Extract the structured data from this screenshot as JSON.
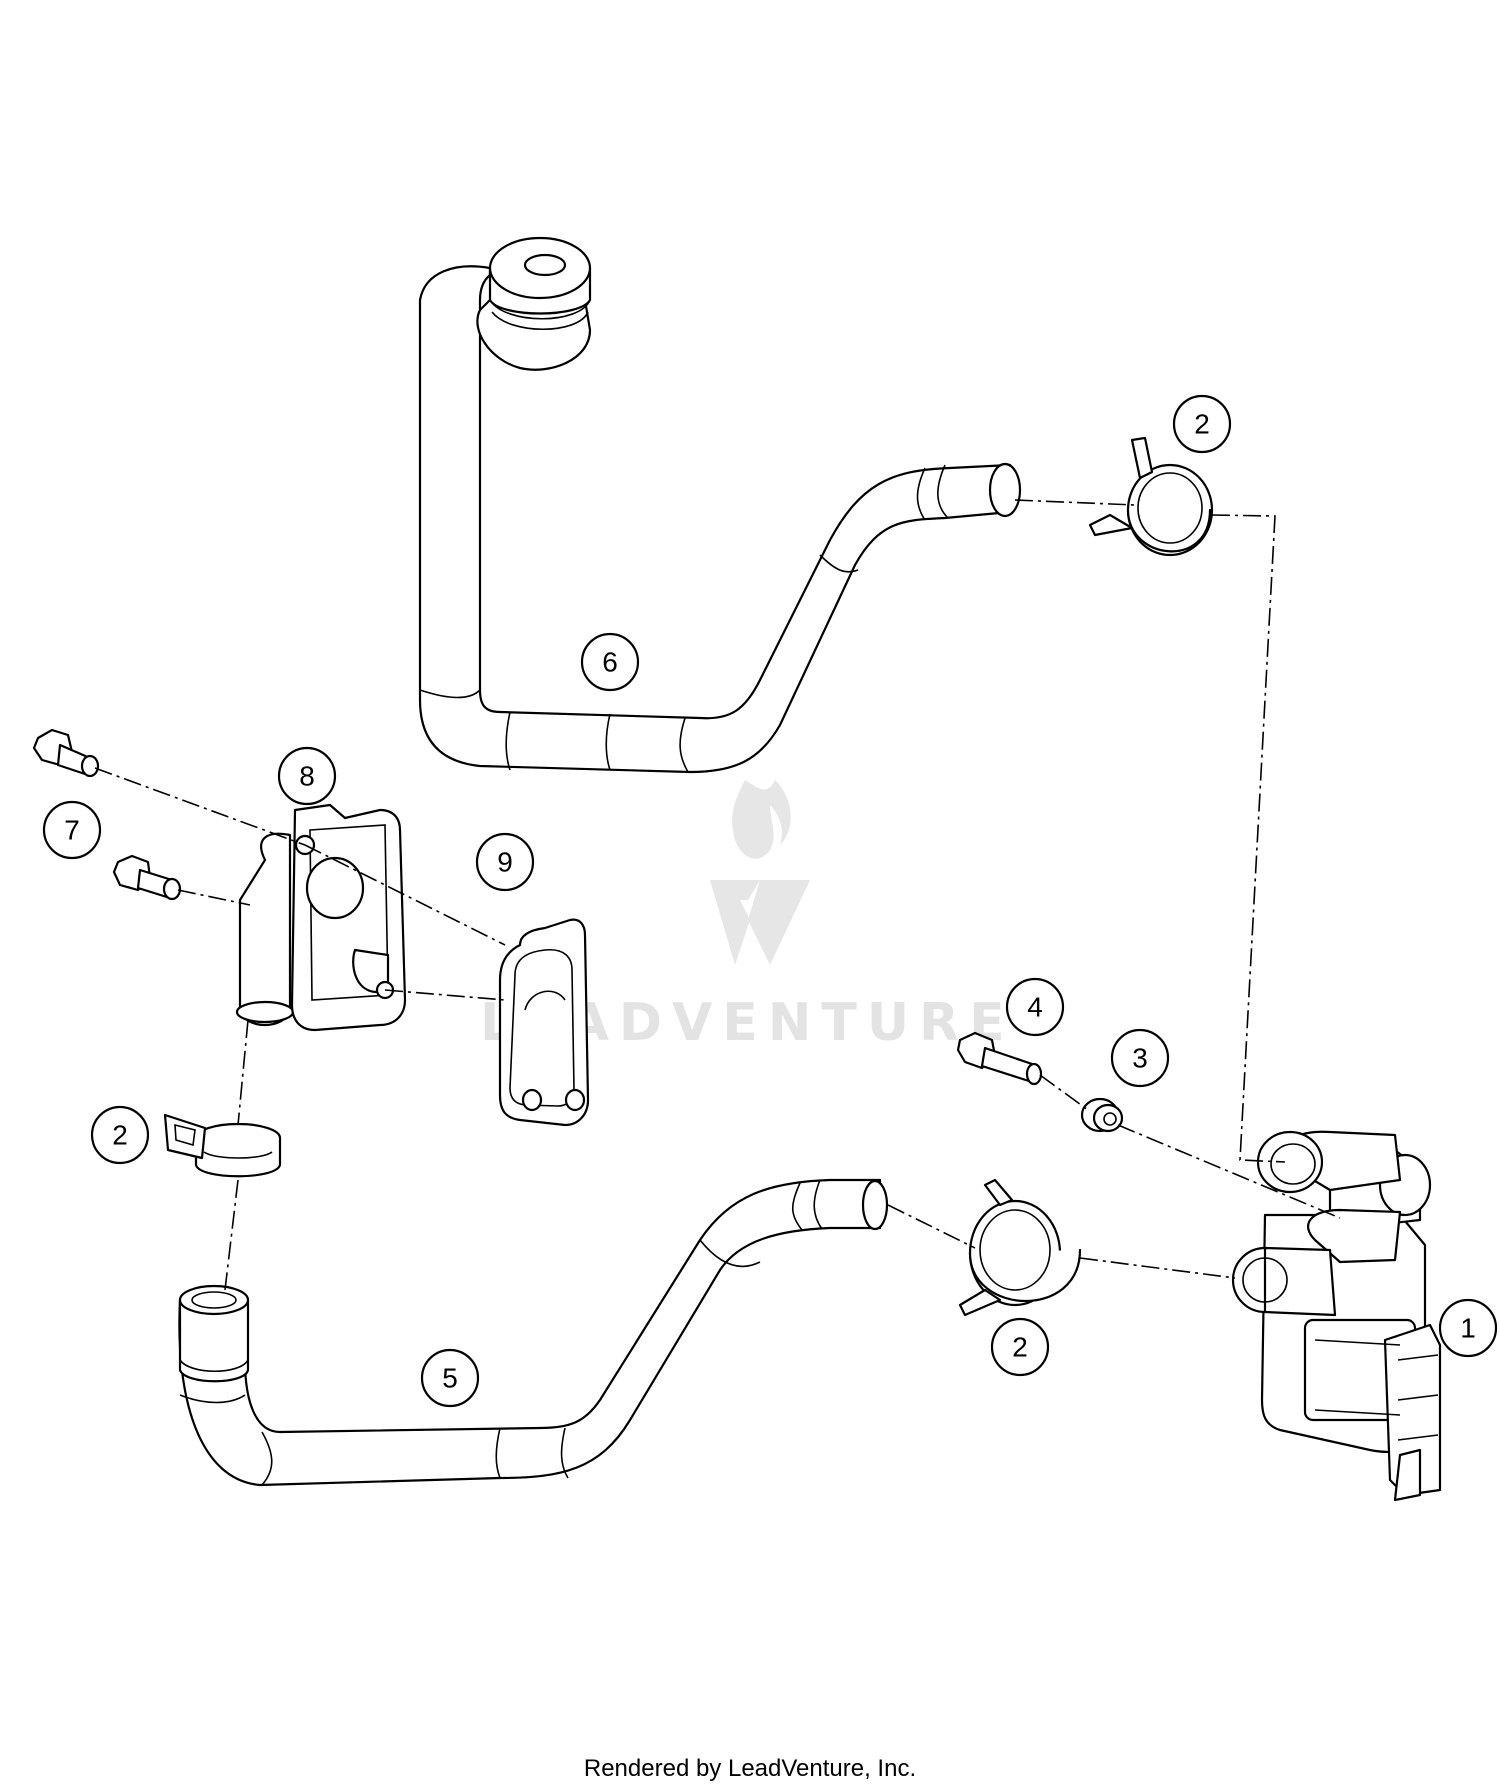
{
  "diagram": {
    "watermark": "LEADVENTURE",
    "callouts": [
      {
        "id": "callout-1",
        "label": "1"
      },
      {
        "id": "callout-2a",
        "label": "2"
      },
      {
        "id": "callout-2b",
        "label": "2"
      },
      {
        "id": "callout-2c",
        "label": "2"
      },
      {
        "id": "callout-3",
        "label": "3"
      },
      {
        "id": "callout-4",
        "label": "4"
      },
      {
        "id": "callout-5",
        "label": "5"
      },
      {
        "id": "callout-6",
        "label": "6"
      },
      {
        "id": "callout-7",
        "label": "7"
      },
      {
        "id": "callout-8",
        "label": "8"
      },
      {
        "id": "callout-9",
        "label": "9"
      }
    ]
  },
  "footer": {
    "text": "Rendered by LeadVenture, Inc."
  }
}
